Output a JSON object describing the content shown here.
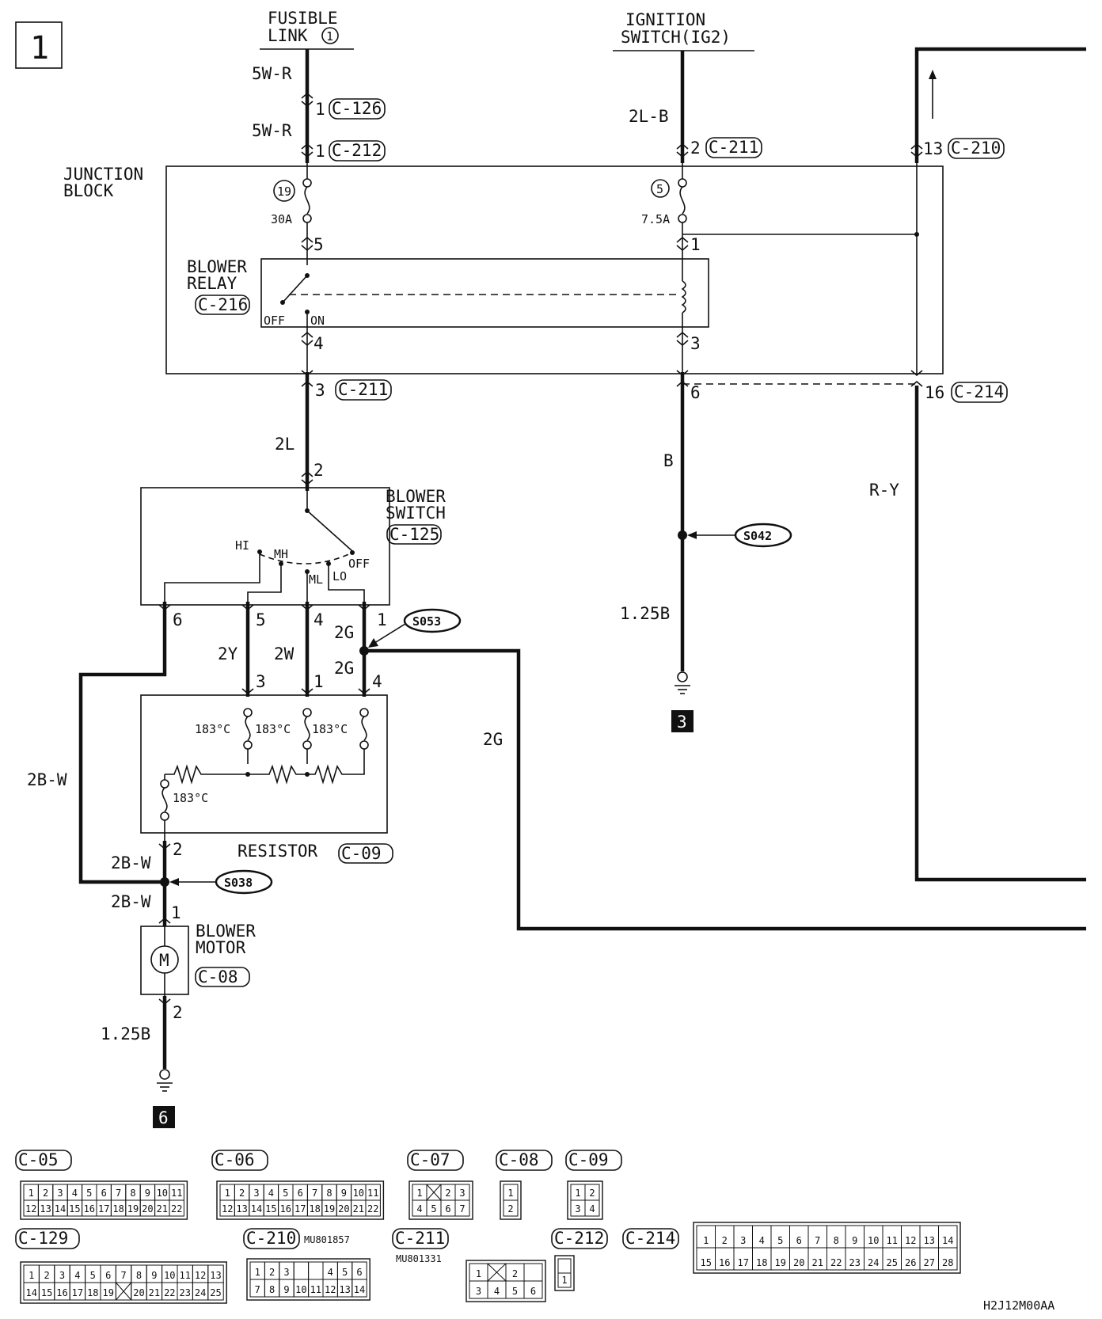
{
  "page_number": "1",
  "diagram_code": "H2J12M00AA",
  "sources": {
    "fusible_link": [
      "FUSIBLE",
      "LINK"
    ],
    "fusible_link_num": "1",
    "ignition_switch": [
      "IGNITION",
      "SWITCH(IG2)"
    ]
  },
  "blocks": {
    "junction_block": [
      "JUNCTION",
      "BLOCK"
    ],
    "blower_relay": [
      "BLOWER",
      "RELAY"
    ],
    "blower_relay_conn": "C-216",
    "blower_switch": [
      "BLOWER",
      "SWITCH"
    ],
    "blower_switch_conn": "C-125",
    "resistor": "RESISTOR",
    "resistor_conn": "C-09",
    "blower_motor": [
      "BLOWER",
      "MOTOR"
    ],
    "blower_motor_conn": "C-08",
    "motor_symbol": "M"
  },
  "fuses": [
    {
      "num": "19",
      "rating": "30A"
    },
    {
      "num": "5",
      "rating": "7.5A"
    }
  ],
  "relay_positions": [
    "OFF",
    "ON"
  ],
  "switch_positions": [
    "HI",
    "MH",
    "ML",
    "LO",
    "OFF"
  ],
  "thermal": [
    "183°C",
    "183°C",
    "183°C",
    "183°C"
  ],
  "wires": [
    "5W-R",
    "5W-R",
    "2L-B",
    "2L",
    "B",
    "R-Y",
    "1.25B",
    "2Y",
    "2W",
    "2G",
    "2G",
    "2G",
    "2B-W",
    "2B-W",
    "2B-W",
    "1.25B"
  ],
  "connectors_on_wires": [
    {
      "pin": "1",
      "conn": "C-126"
    },
    {
      "pin": "1",
      "conn": "C-212"
    },
    {
      "pin": "2",
      "conn": "C-211"
    },
    {
      "pin": "13",
      "conn": "C-210"
    },
    {
      "pin": "3",
      "conn": "C-211"
    },
    {
      "pin": "16",
      "conn": "C-214"
    }
  ],
  "pins": [
    "5",
    "1",
    "4",
    "3",
    "6",
    "2",
    "6",
    "5",
    "4",
    "1",
    "3",
    "1",
    "4",
    "2",
    "1",
    "2"
  ],
  "splices": [
    "S042",
    "S053",
    "S038"
  ],
  "grounds": [
    "3",
    "6"
  ],
  "connector_legend": {
    "c05": {
      "name": "C-05",
      "row1": [
        "1",
        "2",
        "3",
        "4",
        "5",
        "6",
        "7",
        "8",
        "9",
        "10",
        "11"
      ],
      "row2": [
        "12",
        "13",
        "14",
        "15",
        "16",
        "17",
        "18",
        "19",
        "20",
        "21",
        "22"
      ]
    },
    "c06": {
      "name": "C-06",
      "row1": [
        "1",
        "2",
        "3",
        "4",
        "5",
        "6",
        "7",
        "8",
        "9",
        "10",
        "11"
      ],
      "row2": [
        "12",
        "13",
        "14",
        "15",
        "16",
        "17",
        "18",
        "19",
        "20",
        "21",
        "22"
      ]
    },
    "c07": {
      "name": "C-07",
      "row1": [
        "1",
        "",
        "2",
        "3"
      ],
      "row2": [
        "4",
        "5",
        "6",
        "7"
      ]
    },
    "c08": {
      "name": "C-08",
      "cells": [
        "1",
        "2"
      ]
    },
    "c09": {
      "name": "C-09",
      "cells": [
        "1",
        "2",
        "3",
        "4"
      ]
    },
    "c129": {
      "name": "C-129",
      "row1": [
        "1",
        "2",
        "3",
        "4",
        "5",
        "6",
        "7",
        "8",
        "9",
        "10",
        "11",
        "12",
        "13"
      ],
      "row2": [
        "14",
        "15",
        "16",
        "17",
        "18",
        "19",
        "",
        "20",
        "21",
        "22",
        "23",
        "24",
        "25"
      ]
    },
    "c210": {
      "name": "C-210",
      "part": "MU801857",
      "row1": [
        "1",
        "2",
        "3",
        "4",
        "5",
        "6"
      ],
      "row2": [
        "7",
        "8",
        "9",
        "10",
        "11",
        "12",
        "13",
        "14"
      ]
    },
    "c211": {
      "name": "C-211",
      "part": "MU801331",
      "row1": [
        "1",
        "",
        "2"
      ],
      "row2": [
        "3",
        "4",
        "5",
        "6"
      ]
    },
    "c212": {
      "name": "C-212",
      "cells": [
        "1"
      ]
    },
    "c214": {
      "name": "C-214",
      "row1": [
        "1",
        "2",
        "3",
        "4",
        "5",
        "6",
        "7",
        "8",
        "9",
        "10",
        "11",
        "12",
        "13",
        "14"
      ],
      "row2": [
        "15",
        "16",
        "17",
        "18",
        "19",
        "20",
        "21",
        "22",
        "23",
        "24",
        "25",
        "26",
        "27",
        "28"
      ]
    }
  }
}
